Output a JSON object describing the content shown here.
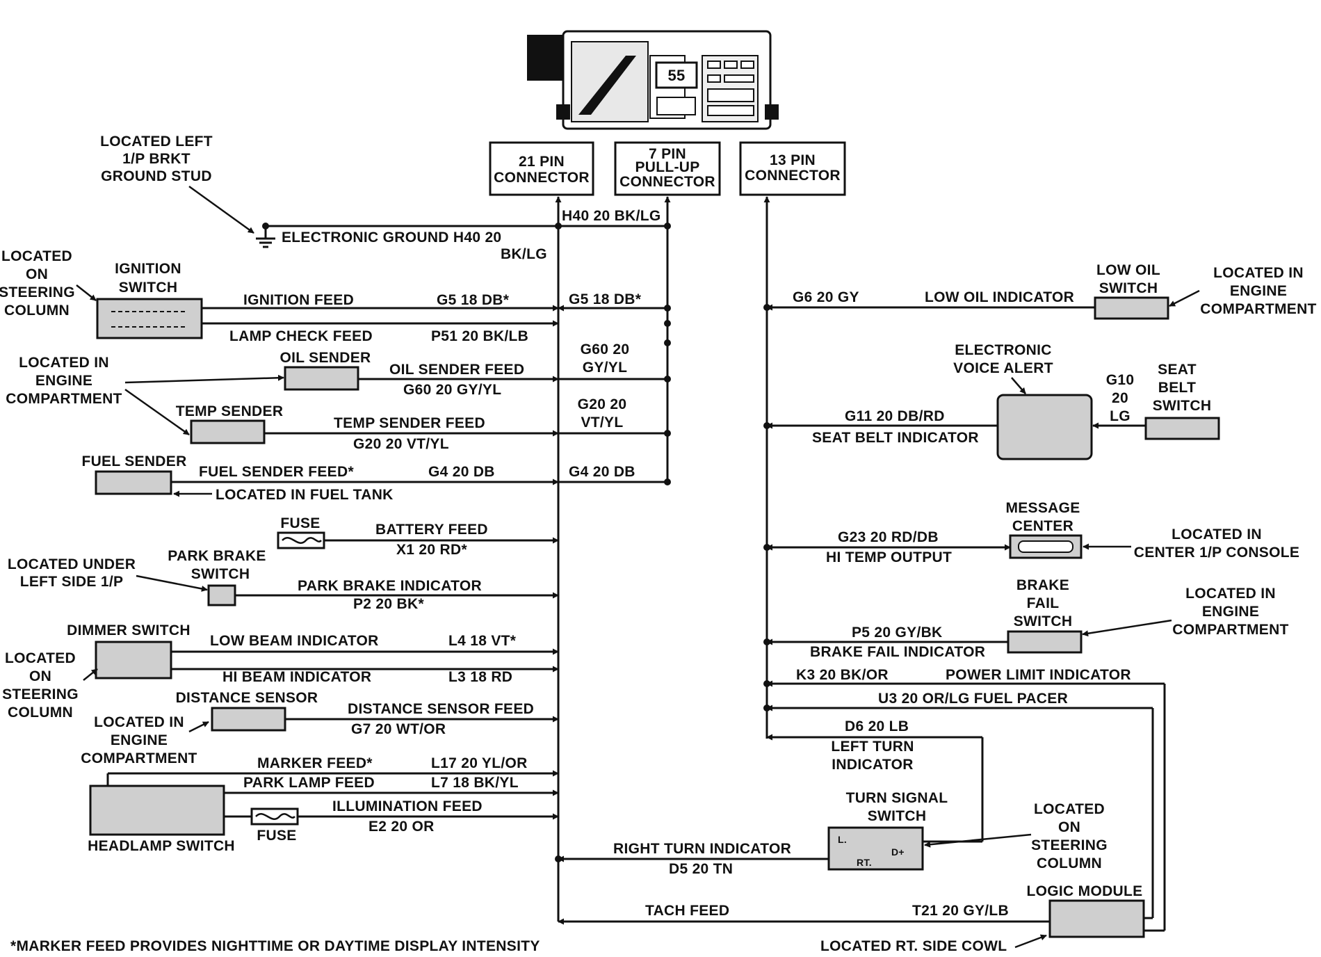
{
  "connectors": {
    "c21": [
      "21 PIN",
      "CONNECTOR"
    ],
    "c7": [
      "7 PIN",
      "PULL-UP",
      "CONNECTOR"
    ],
    "c13": [
      "13 PIN",
      "CONNECTOR"
    ]
  },
  "cluster_display": "55",
  "ground": {
    "location": [
      "LOCATED LEFT",
      "1/P BRKT",
      "GROUND STUD"
    ],
    "label_1": "ELECTRONIC GROUND H40 20",
    "label_2": "BK/LG",
    "pullup_label": "H40 20 BK/LG"
  },
  "ignition": {
    "location": [
      "LOCATED",
      "ON",
      "STEERING",
      "COLUMN"
    ],
    "title": [
      "IGNITION",
      "SWITCH"
    ],
    "feed": "IGNITION FEED",
    "feed_code": "G5 18 DB*",
    "feed_code_right": "G5 18 DB*",
    "lamp_check": "LAMP CHECK FEED",
    "lamp_check_code": "P51 20 BK/LB"
  },
  "oil": {
    "location": [
      "LOCATED IN",
      "ENGINE",
      "COMPARTMENT"
    ],
    "title": "OIL SENDER",
    "feed": "OIL SENDER FEED",
    "code": "G60 20 GY/YL",
    "code_right": [
      "G60 20",
      "GY/YL"
    ]
  },
  "temp": {
    "title": "TEMP SENDER",
    "feed": "TEMP SENDER FEED",
    "code": "G20  20 VT/YL",
    "code_right": [
      "G20 20",
      "VT/YL"
    ]
  },
  "fuel": {
    "title": "FUEL SENDER",
    "feed": "FUEL SENDER FEED*",
    "code": "G4 20 DB",
    "code_right": "G4 20 DB",
    "location": "LOCATED IN FUEL TANK"
  },
  "battery": {
    "fuse": "FUSE",
    "feed": "BATTERY FEED",
    "code": "X1 20 RD*"
  },
  "park_brake": {
    "location": [
      "LOCATED UNDER",
      "LEFT SIDE 1/P"
    ],
    "title": [
      "PARK BRAKE",
      "SWITCH"
    ],
    "feed": "PARK BRAKE INDICATOR",
    "code": "P2 20  BK*"
  },
  "dimmer": {
    "title": "DIMMER SWITCH",
    "location": [
      "LOCATED",
      "ON",
      "STEERING",
      "COLUMN"
    ],
    "low": "LOW BEAM  INDICATOR",
    "low_code": "L4 18 VT*",
    "hi": "HI BEAM INDICATOR",
    "hi_code": "L3 18 RD"
  },
  "distance": {
    "title": "DISTANCE SENSOR",
    "location": [
      "LOCATED IN",
      "ENGINE",
      "COMPARTMENT"
    ],
    "feed": "DISTANCE SENSOR FEED",
    "code": "G7 20 WT/OR"
  },
  "headlamp": {
    "marker": "MARKER FEED*",
    "marker_code": "L17 20 YL/OR",
    "park": "PARK LAMP FEED",
    "park_code": "L7 18 BK/YL",
    "illum": "ILLUMINATION FEED",
    "illum_code": "E2  20 OR",
    "fuse": "FUSE",
    "title": "HEADLAMP SWITCH"
  },
  "low_oil": {
    "code": "G6 20 GY",
    "label": "LOW OIL INDICATOR",
    "title": [
      "LOW OIL",
      "SWITCH"
    ],
    "location": [
      "LOCATED IN",
      "ENGINE",
      "COMPARTMENT"
    ]
  },
  "voice": {
    "title": [
      "ELECTRONIC",
      "VOICE ALERT"
    ],
    "code": "G11 20 DB/RD",
    "label": "SEAT BELT INDICATOR",
    "seat_code": [
      "G10",
      "20",
      "LG"
    ],
    "seat_title": [
      "SEAT",
      "BELT",
      "SWITCH"
    ]
  },
  "message": {
    "title": [
      "MESSAGE",
      "CENTER"
    ],
    "code": "G23 20 RD/DB",
    "label": "HI TEMP OUTPUT",
    "location": [
      "LOCATED IN",
      "CENTER 1/P CONSOLE"
    ]
  },
  "brake_fail": {
    "title": [
      "BRAKE",
      "FAIL",
      "SWITCH"
    ],
    "code": "P5 20 GY/BK",
    "label": "BRAKE FAIL INDICATOR",
    "location": [
      "LOCATED IN",
      "ENGINE",
      "COMPARTMENT"
    ]
  },
  "power_limit": {
    "code": "K3 20 BK/OR",
    "label": "POWER LIMIT INDICATOR"
  },
  "fuel_pacer": {
    "label": "U3 20 OR/LG FUEL PACER"
  },
  "left_turn": {
    "code": "D6 20 LB",
    "label": [
      "LEFT TURN",
      "INDICATOR"
    ]
  },
  "turn_signal": {
    "title": [
      "TURN SIGNAL",
      "SWITCH"
    ],
    "location": [
      "LOCATED",
      "ON",
      "STEERING",
      "COLUMN"
    ],
    "right_label": "RIGHT TURN INDICATOR",
    "right_code": "D5 20 TN",
    "l_mark": "L.",
    "rt_mark": "RT.",
    "d_mark": "D+"
  },
  "logic": {
    "title": "LOGIC MODULE",
    "tach": "TACH FEED",
    "tach_code": "T21 20 GY/LB",
    "location": "LOCATED RT. SIDE COWL"
  },
  "footnote": "*MARKER FEED PROVIDES NIGHTTIME OR DAYTIME DISPLAY INTENSITY"
}
